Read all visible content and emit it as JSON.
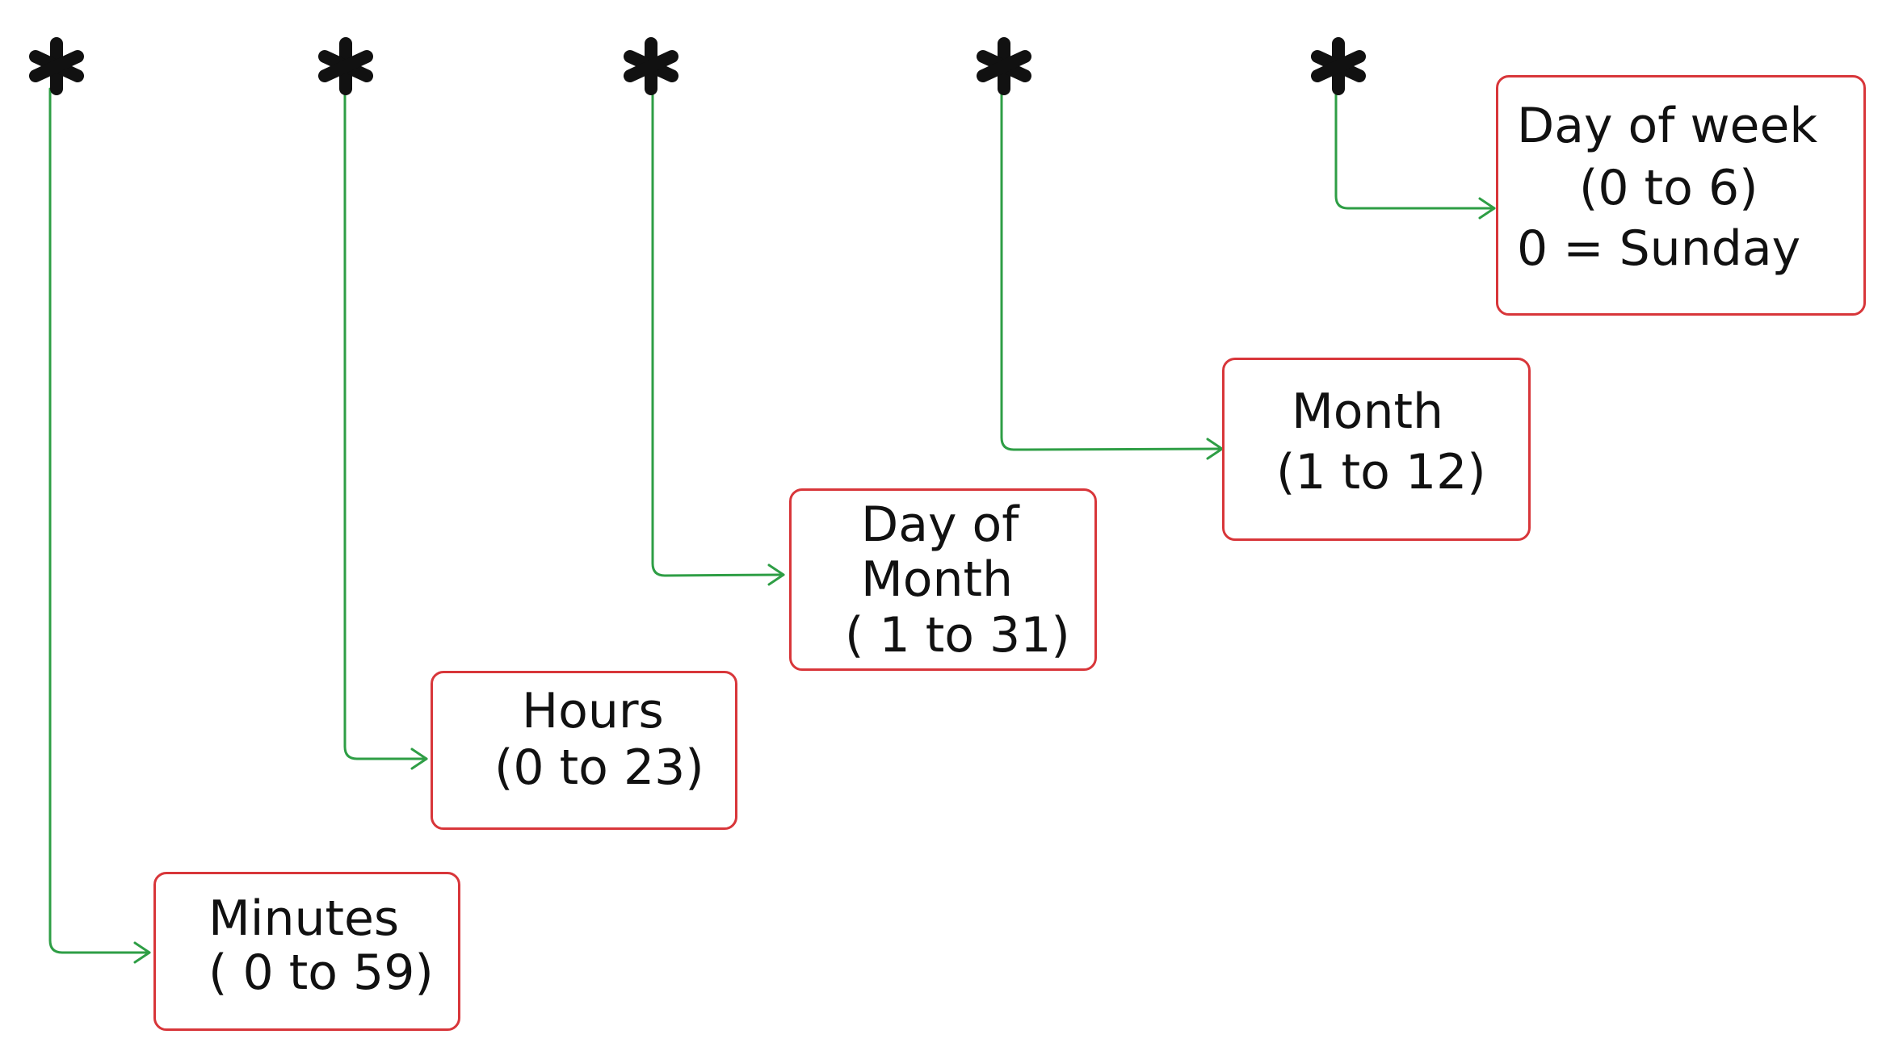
{
  "title": "",
  "field_symbol": "*",
  "colors": {
    "connector": "#2e9e45",
    "box_border": "#d8363a",
    "star": "#111111"
  },
  "fields": [
    {
      "id": "minutes",
      "lines": [
        "Minutes",
        "( 0 to 59)"
      ]
    },
    {
      "id": "hours",
      "lines": [
        "Hours",
        "(0 to 23)"
      ]
    },
    {
      "id": "day-of-month",
      "lines": [
        "Day of",
        "Month",
        "( 1 to 31)"
      ]
    },
    {
      "id": "month",
      "lines": [
        "Month",
        "(1 to 12)"
      ]
    },
    {
      "id": "day-of-week",
      "lines": [
        "Day of week",
        "(0 to 6)",
        "0 = Sunday"
      ]
    }
  ]
}
